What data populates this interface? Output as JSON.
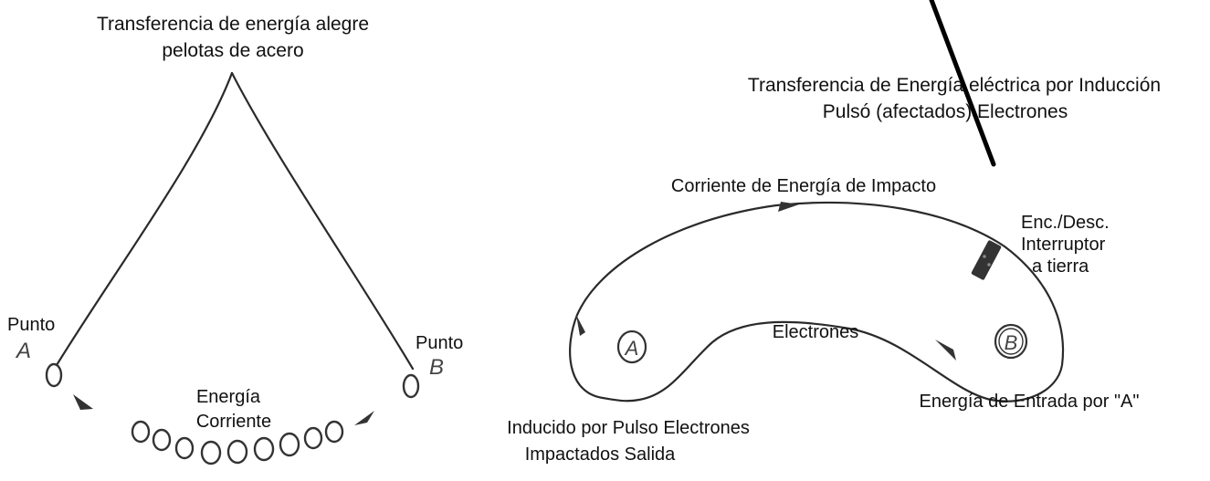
{
  "left": {
    "title_line1": "Transferencia de energía alegre",
    "title_line2": "pelotas de acero",
    "point_a_word": "Punto",
    "point_a_letter": "A",
    "point_b_word": "Punto",
    "point_b_letter": "B",
    "energy_line1": "Energía",
    "energy_line2": "Corriente"
  },
  "right": {
    "title_line1": "Transferencia de Energía eléctrica por Inducción",
    "title_line2": "Pulsó (afectados) Electrones",
    "current_label": "Corriente de Energía de Impacto",
    "switch_line1": "Enc./Desc.",
    "switch_line2": "Interruptor",
    "switch_line3": "a tierra",
    "electrons_label": "Electrones",
    "circle_a": "A",
    "circle_b": "B",
    "input_label": "Energía de Entrada por \"A\"",
    "output_line1": "Inducido por Pulso Electrones",
    "output_line2": "Impactados  Salida"
  }
}
